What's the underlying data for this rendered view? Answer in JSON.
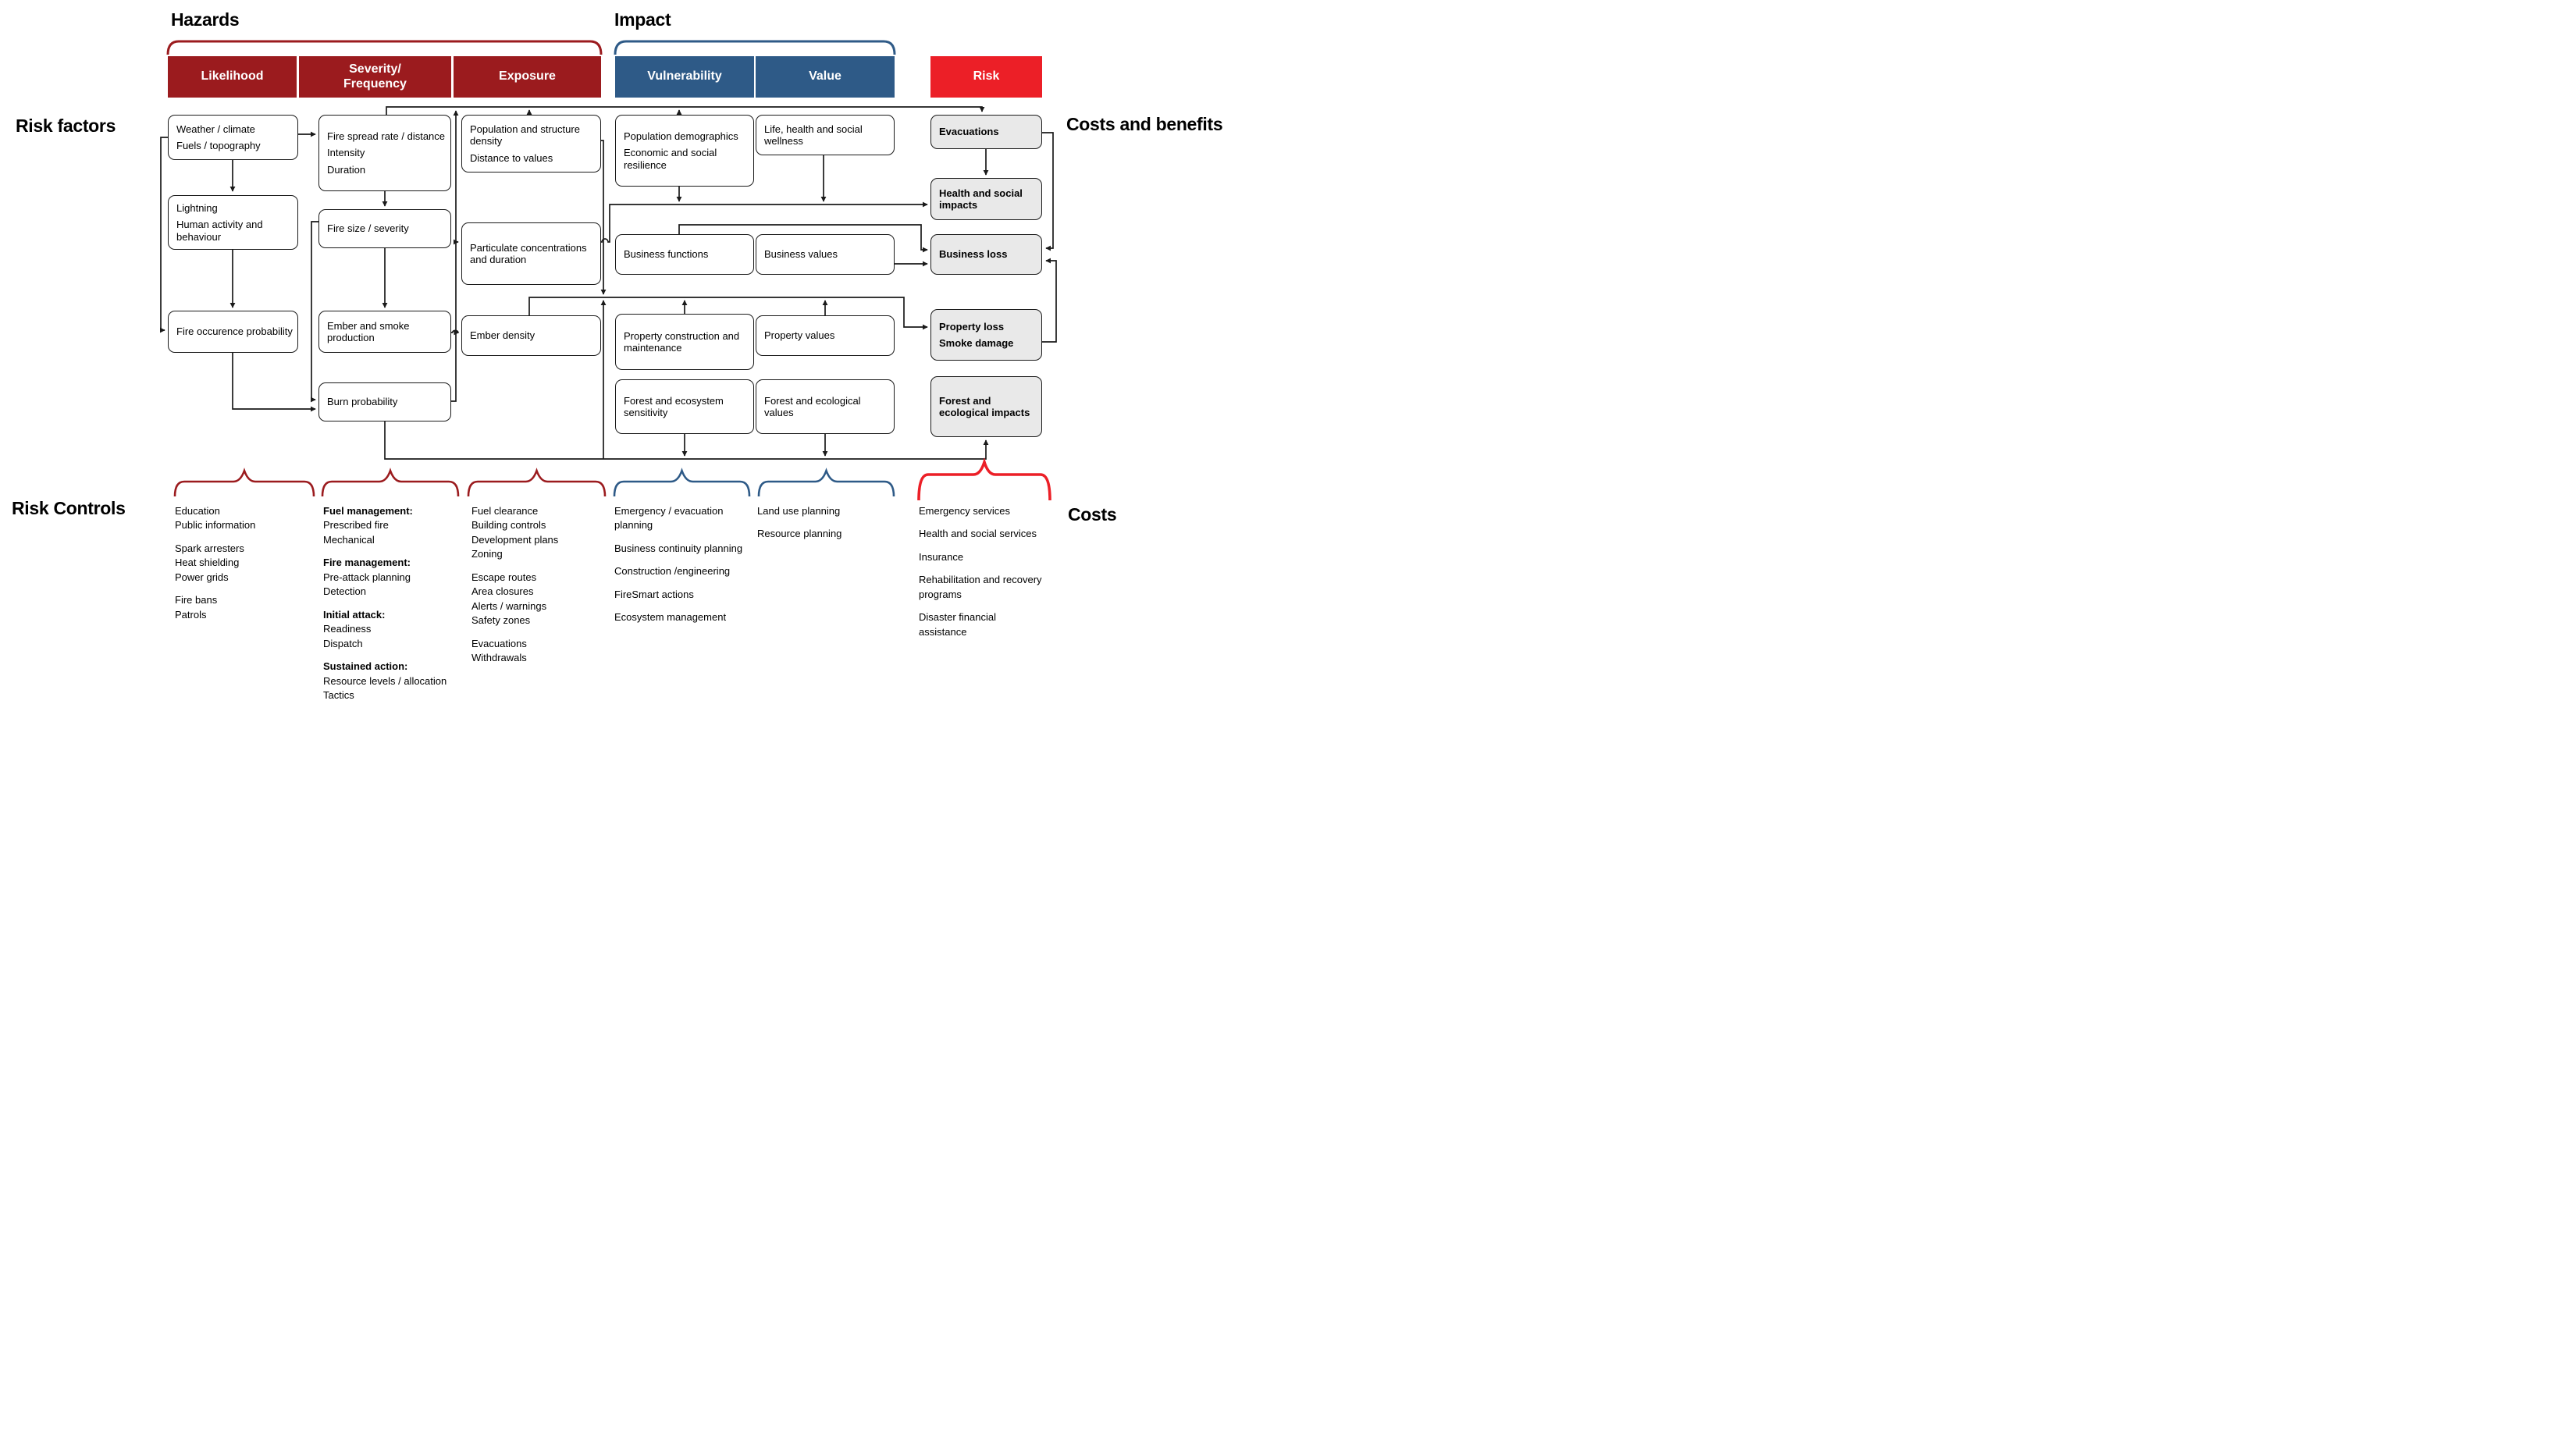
{
  "labels": {
    "hazards": "Hazards",
    "impact": "Impact",
    "risk_factors": "Risk factors",
    "costs_and_benefits": "Costs and benefits",
    "risk_controls": "Risk Controls",
    "costs": "Costs"
  },
  "colors": {
    "dark_red": "#9B1B1E",
    "blue": "#2E5A87",
    "bright_red": "#EC1F27",
    "risk_box_gray": "#e9e9e9",
    "line_black": "#1a1a1a"
  },
  "column_headers": [
    {
      "id": "likelihood",
      "lines": [
        "Likelihood"
      ],
      "color": "dark_red"
    },
    {
      "id": "severity",
      "lines": [
        "Severity/",
        "Frequency"
      ],
      "color": "dark_red"
    },
    {
      "id": "exposure",
      "lines": [
        "Exposure"
      ],
      "color": "dark_red"
    },
    {
      "id": "vulnerability",
      "lines": [
        "Vulnerability"
      ],
      "color": "blue"
    },
    {
      "id": "value",
      "lines": [
        "Value"
      ],
      "color": "blue"
    },
    {
      "id": "risk",
      "lines": [
        "Risk"
      ],
      "color": "bright_red"
    }
  ],
  "top_braces": [
    {
      "id": "hazards-brace",
      "color": "dark_red"
    },
    {
      "id": "impact-brace",
      "color": "blue"
    }
  ],
  "nodes": [
    {
      "id": "weather",
      "lines": [
        "Weather / climate",
        "Fuels / topography"
      ],
      "style": "white"
    },
    {
      "id": "lightning",
      "lines": [
        "Lightning",
        "Human activity and behaviour"
      ],
      "style": "white"
    },
    {
      "id": "fire-occurrence",
      "lines": [
        "Fire occurence probability"
      ],
      "style": "white"
    },
    {
      "id": "fire-spread",
      "lines": [
        "Fire spread rate / distance",
        "Intensity",
        "Duration"
      ],
      "style": "white"
    },
    {
      "id": "fire-size",
      "lines": [
        "Fire size / severity"
      ],
      "style": "white"
    },
    {
      "id": "ember-smoke",
      "lines": [
        "Ember and smoke production"
      ],
      "style": "white"
    },
    {
      "id": "burn-probability",
      "lines": [
        "Burn probability"
      ],
      "style": "white"
    },
    {
      "id": "pop-structure",
      "lines": [
        "Population and structure density",
        "Distance to values"
      ],
      "style": "white"
    },
    {
      "id": "particulate",
      "lines": [
        "Particulate concentrations and duration"
      ],
      "style": "white"
    },
    {
      "id": "ember-density",
      "lines": [
        "Ember density"
      ],
      "style": "white"
    },
    {
      "id": "pop-demographics",
      "lines": [
        "Population demographics",
        "Economic and social resilience"
      ],
      "style": "white"
    },
    {
      "id": "business-functions",
      "lines": [
        "Business functions"
      ],
      "style": "white"
    },
    {
      "id": "property-construction",
      "lines": [
        "Property construction and maintenance"
      ],
      "style": "white"
    },
    {
      "id": "forest-sensitivity",
      "lines": [
        "Forest and ecosystem sensitivity"
      ],
      "style": "white"
    },
    {
      "id": "life-health",
      "lines": [
        "Life, health and social wellness"
      ],
      "style": "white"
    },
    {
      "id": "business-values",
      "lines": [
        "Business values"
      ],
      "style": "white"
    },
    {
      "id": "property-values",
      "lines": [
        "Property values"
      ],
      "style": "white"
    },
    {
      "id": "forest-values",
      "lines": [
        "Forest and ecological values"
      ],
      "style": "white"
    },
    {
      "id": "evacuations",
      "lines": [
        "Evacuations"
      ],
      "style": "gray"
    },
    {
      "id": "health-impacts",
      "lines": [
        "Health and social impacts"
      ],
      "style": "gray"
    },
    {
      "id": "business-loss",
      "lines": [
        "Business loss"
      ],
      "style": "gray"
    },
    {
      "id": "property-loss",
      "lines": [
        "Property loss",
        "Smoke damage"
      ],
      "style": "gray"
    },
    {
      "id": "forest-impacts",
      "lines": [
        "Forest and ecological impacts"
      ],
      "style": "gray"
    }
  ],
  "edges": [
    {
      "id": "p1",
      "from": "weather",
      "to": "lightning"
    },
    {
      "id": "p2",
      "from": "lightning",
      "to": "fire-occurrence"
    },
    {
      "id": "p3",
      "from": "weather",
      "to": "fire-occurrence"
    },
    {
      "id": "p4",
      "from": "weather",
      "to": "fire-spread"
    },
    {
      "id": "p5",
      "from": "fire-spread",
      "to": "fire-size"
    },
    {
      "id": "p6",
      "from": "fire-size",
      "to": "ember-smoke"
    },
    {
      "id": "p7",
      "from": "fire-size",
      "to": "burn-probability"
    },
    {
      "id": "p8",
      "from": "fire-occurrence",
      "to": "burn-probability"
    },
    {
      "id": "p9",
      "from": "burn-probability",
      "to": "top-collector"
    },
    {
      "id": "p9b",
      "from": "burn-probability",
      "to": "particulate"
    },
    {
      "id": "p10",
      "from": "ember-smoke",
      "to": "ember-density"
    },
    {
      "id": "p11",
      "from": "fire-spread",
      "to": "evacuations"
    },
    {
      "id": "p11b",
      "from": "pop-structure",
      "to": "top-collector"
    },
    {
      "id": "p11c",
      "from": "pop-demographics",
      "to": "top-collector"
    },
    {
      "id": "p12",
      "from": "particulate",
      "to": "health-impacts"
    },
    {
      "id": "p12b",
      "from": "pop-demographics",
      "to": "health-impacts"
    },
    {
      "id": "p12c",
      "from": "life-health",
      "to": "health-impacts"
    },
    {
      "id": "p13",
      "from": "pop-structure",
      "to": "property-loss-collector"
    },
    {
      "id": "p14",
      "from": "ember-density",
      "to": "property-loss"
    },
    {
      "id": "p14b",
      "from": "forest-collector",
      "to": "property-loss-collector"
    },
    {
      "id": "p14c",
      "from": "property-construction",
      "to": "property-loss-collector"
    },
    {
      "id": "p14d",
      "from": "property-values",
      "to": "property-loss-collector"
    },
    {
      "id": "p15",
      "from": "business-functions",
      "to": "business-loss"
    },
    {
      "id": "p15b",
      "from": "business-values",
      "to": "business-loss"
    },
    {
      "id": "p16",
      "from": "evacuations",
      "to": "business-loss"
    },
    {
      "id": "p17",
      "from": "property-loss",
      "to": "business-loss"
    },
    {
      "id": "p18",
      "from": "evacuations",
      "to": "health-impacts"
    },
    {
      "id": "p19",
      "from": "burn-probability",
      "to": "forest-impacts"
    },
    {
      "id": "p19b",
      "from": "forest-sensitivity",
      "to": "forest-collector"
    },
    {
      "id": "p19c",
      "from": "forest-values",
      "to": "forest-collector"
    }
  ],
  "risk_controls": {
    "columns": [
      {
        "id": "likelihood-controls",
        "brace_color": "dark_red",
        "groups": [
          {
            "items": [
              {
                "text": "Education"
              },
              {
                "text": "Public information"
              }
            ]
          },
          {
            "items": [
              {
                "text": "Spark arresters"
              },
              {
                "text": "Heat shielding"
              },
              {
                "text": "Power grids"
              }
            ]
          },
          {
            "items": [
              {
                "text": "Fire bans"
              },
              {
                "text": "Patrols"
              }
            ]
          }
        ]
      },
      {
        "id": "severity-controls",
        "brace_color": "dark_red",
        "groups": [
          {
            "items": [
              {
                "text": "Fuel management:",
                "bold": true
              },
              {
                "text": "Prescribed fire"
              },
              {
                "text": "Mechanical"
              }
            ]
          },
          {
            "items": [
              {
                "text": "Fire management:",
                "bold": true
              },
              {
                "text": "Pre-attack planning"
              },
              {
                "text": "Detection"
              }
            ]
          },
          {
            "items": [
              {
                "text": "Initial attack:",
                "bold": true
              },
              {
                "text": "Readiness"
              },
              {
                "text": "Dispatch"
              }
            ]
          },
          {
            "items": [
              {
                "text": "Sustained action:",
                "bold": true
              },
              {
                "text": "Resource levels / allocation"
              },
              {
                "text": "Tactics"
              }
            ]
          }
        ]
      },
      {
        "id": "exposure-controls",
        "brace_color": "dark_red",
        "groups": [
          {
            "items": [
              {
                "text": "Fuel clearance"
              },
              {
                "text": "Building controls"
              },
              {
                "text": "Development plans"
              },
              {
                "text": "Zoning"
              }
            ]
          },
          {
            "items": [
              {
                "text": "Escape routes"
              },
              {
                "text": "Area closures"
              },
              {
                "text": "Alerts / warnings"
              },
              {
                "text": "Safety zones"
              }
            ]
          },
          {
            "items": [
              {
                "text": "Evacuations"
              },
              {
                "text": "Withdrawals"
              }
            ]
          }
        ]
      },
      {
        "id": "vulnerability-controls",
        "brace_color": "blue",
        "groups": [
          {
            "items": [
              {
                "text": "Emergency / evacuation planning"
              }
            ]
          },
          {
            "items": [
              {
                "text": "Business continuity planning"
              }
            ]
          },
          {
            "items": [
              {
                "text": "Construction /engineering"
              }
            ]
          },
          {
            "items": [
              {
                "text": "FireSmart actions"
              }
            ]
          },
          {
            "items": [
              {
                "text": "Ecosystem management"
              }
            ]
          }
        ]
      },
      {
        "id": "value-controls",
        "brace_color": "blue",
        "groups": [
          {
            "items": [
              {
                "text": "Land use planning"
              }
            ]
          },
          {
            "items": [
              {
                "text": "Resource planning"
              }
            ]
          }
        ]
      },
      {
        "id": "risk-controls-col",
        "brace_color": "bright_red",
        "groups": [
          {
            "items": [
              {
                "text": "Emergency services"
              }
            ]
          },
          {
            "items": [
              {
                "text": "Health and social services"
              }
            ]
          },
          {
            "items": [
              {
                "text": "Insurance"
              }
            ]
          },
          {
            "items": [
              {
                "text": "Rehabilitation and recovery programs"
              }
            ]
          },
          {
            "items": [
              {
                "text": "Disaster financial assistance"
              }
            ]
          }
        ]
      }
    ]
  }
}
